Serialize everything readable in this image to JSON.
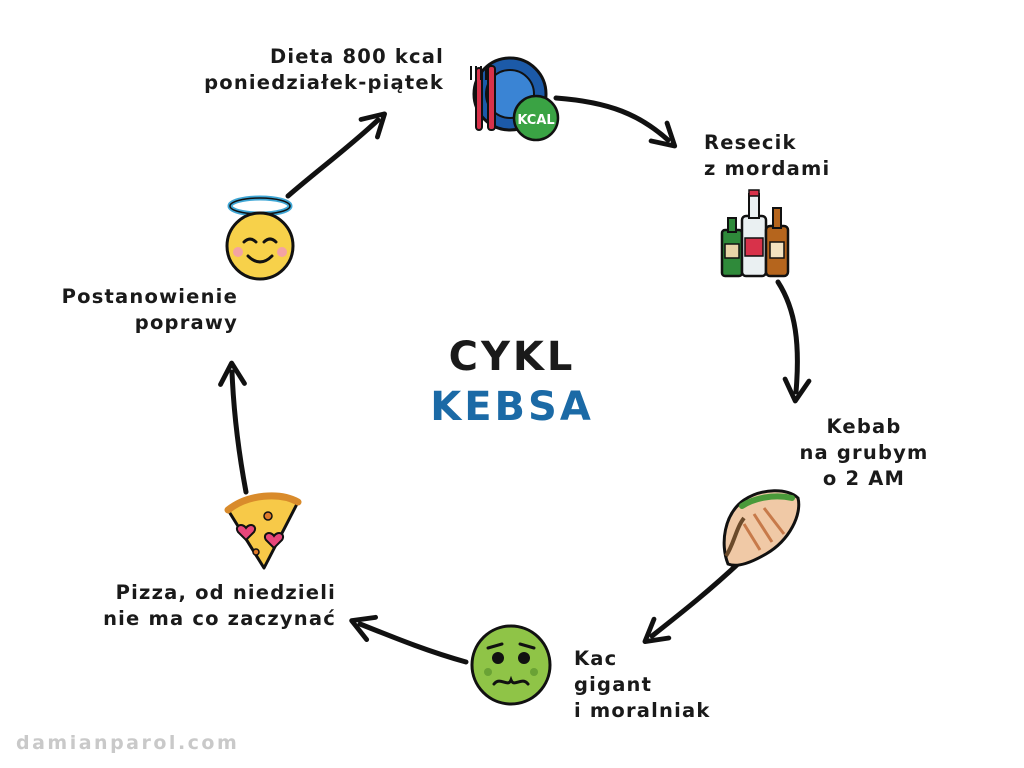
{
  "title": {
    "line1": "CYKL",
    "line2": "KEBSA"
  },
  "steps": [
    {
      "id": "diet",
      "lines": [
        "Dieta 800 kcal",
        "poniedziałek-piątek"
      ],
      "icon": "plate-kcal-icon",
      "badge": "KCAL"
    },
    {
      "id": "party",
      "lines": [
        "Resecik",
        "z mordami"
      ],
      "icon": "bottles-icon"
    },
    {
      "id": "kebab",
      "lines": [
        "Kebab",
        "na grubym",
        "o 2 AM"
      ],
      "icon": "kebab-icon"
    },
    {
      "id": "hangover",
      "lines": [
        "Kac",
        "gigant",
        "i moralniak"
      ],
      "icon": "sick-face-icon"
    },
    {
      "id": "pizza",
      "lines": [
        "Pizza, od niedzieli",
        "nie ma co zaczynać"
      ],
      "icon": "pizza-heart-icon"
    },
    {
      "id": "resolution",
      "lines": [
        "Postanowienie",
        "poprawy"
      ],
      "icon": "angel-face-icon"
    }
  ],
  "footer": "damianparol.com",
  "colors": {
    "title_accent": "#1b6aa6",
    "text": "#1a1a1a",
    "footer": "#c9c9c9",
    "arrow": "#111111"
  }
}
